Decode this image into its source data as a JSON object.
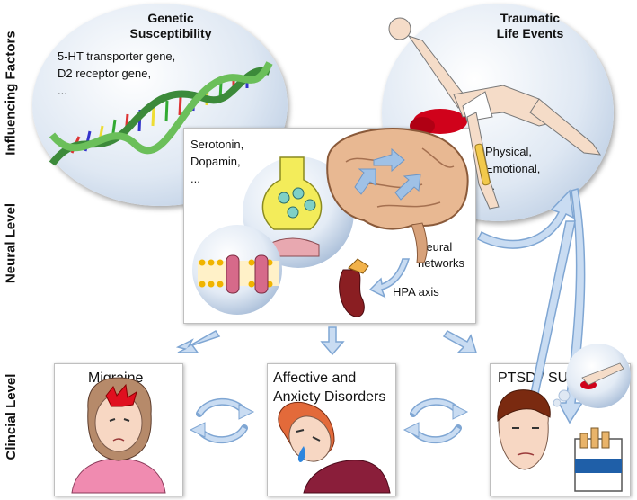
{
  "levels": {
    "influencing": "Influencing Factors",
    "neural": "Neural Level",
    "clinical": "Clincial Level"
  },
  "genetic": {
    "title_line1": "Genetic",
    "title_line2": "Susceptibility",
    "line1": "5-HT transporter gene,",
    "line2": "D2 receptor gene,",
    "line3": "..."
  },
  "trauma": {
    "title_line1": "Traumatic",
    "title_line2": "Life Events",
    "line1": "Physical,",
    "line2": "Emotional,",
    "line3": "..."
  },
  "neural": {
    "line1": "Serotonin,",
    "line2": "Dopamin,",
    "line3": "...",
    "networks_line1": "Neural",
    "networks_line2": "networks",
    "hpa": "HPA axis"
  },
  "clinical": {
    "migraine": "Migraine",
    "affective_line1": "Affective and",
    "affective_line2": "Anxiety Disorders",
    "ptsd": "PTSD / SUD"
  },
  "colors": {
    "arrow_fill": "#c9dcf2",
    "arrow_stroke": "#7fa6d3",
    "oval_edge": "#a9bfdb"
  }
}
